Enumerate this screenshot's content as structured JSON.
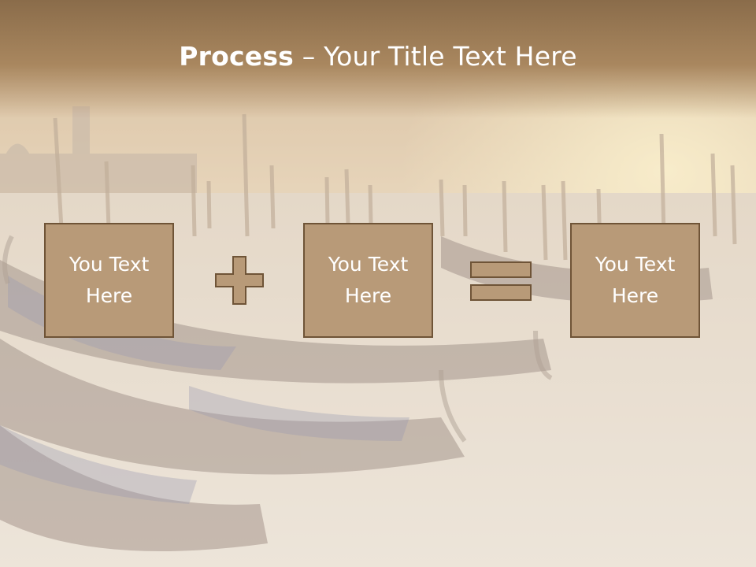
{
  "slide": {
    "title_strong": "Process",
    "title_rest": " – Your Title Text Here",
    "boxes": [
      {
        "line1": "You Text",
        "line2": "Here"
      },
      {
        "line1": "You Text",
        "line2": "Here"
      },
      {
        "line1": "You Text",
        "line2": "Here"
      }
    ],
    "operators": [
      "plus-icon",
      "equals-icon"
    ],
    "colors": {
      "title_band": "#8a6c4a",
      "box_fill": "#b89a78",
      "box_border": "#6f5437",
      "text": "#ffffff"
    }
  }
}
